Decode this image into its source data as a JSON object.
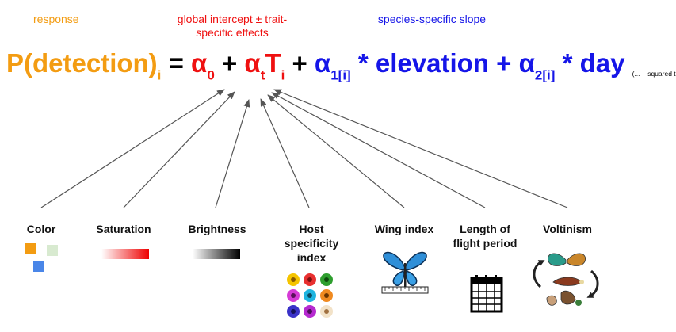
{
  "captions": {
    "response": "response",
    "intercept": "global intercept ± trait-specific effects",
    "slope": "species-specific slope"
  },
  "equation": {
    "lhs": "P(detection)",
    "lhs_sub": "i",
    "equals": "=",
    "alpha0": "α",
    "alpha0_sub": "0",
    "plus1": "+",
    "alphat": "α",
    "alphat_sub": "t",
    "T": "T",
    "T_sub": "i",
    "plus2": "+",
    "alpha1": "α",
    "alpha1_sub": "1[i]",
    "term1": "* elevation",
    "plus3": "+",
    "alpha2": "α",
    "alpha2_sub": "2[i]",
    "term2": "* day",
    "note": "(... + squared terms)"
  },
  "traits": [
    {
      "label": "Color"
    },
    {
      "label": "Saturation"
    },
    {
      "label": "Brightness"
    },
    {
      "label": "Host specificity index"
    },
    {
      "label": "Wing index"
    },
    {
      "label": "Length of flight period"
    },
    {
      "label": "Voltinism"
    }
  ],
  "colors": {
    "response": "#f39c12",
    "intercept": "#ef1010",
    "slope": "#1515e8",
    "arrow": "#555555"
  },
  "icons": [
    "color-swatches-icon",
    "saturation-gradient-icon",
    "brightness-gradient-icon",
    "flowers-grid-icon",
    "butterfly-ruler-icon",
    "calendar-icon",
    "life-cycle-icon"
  ]
}
